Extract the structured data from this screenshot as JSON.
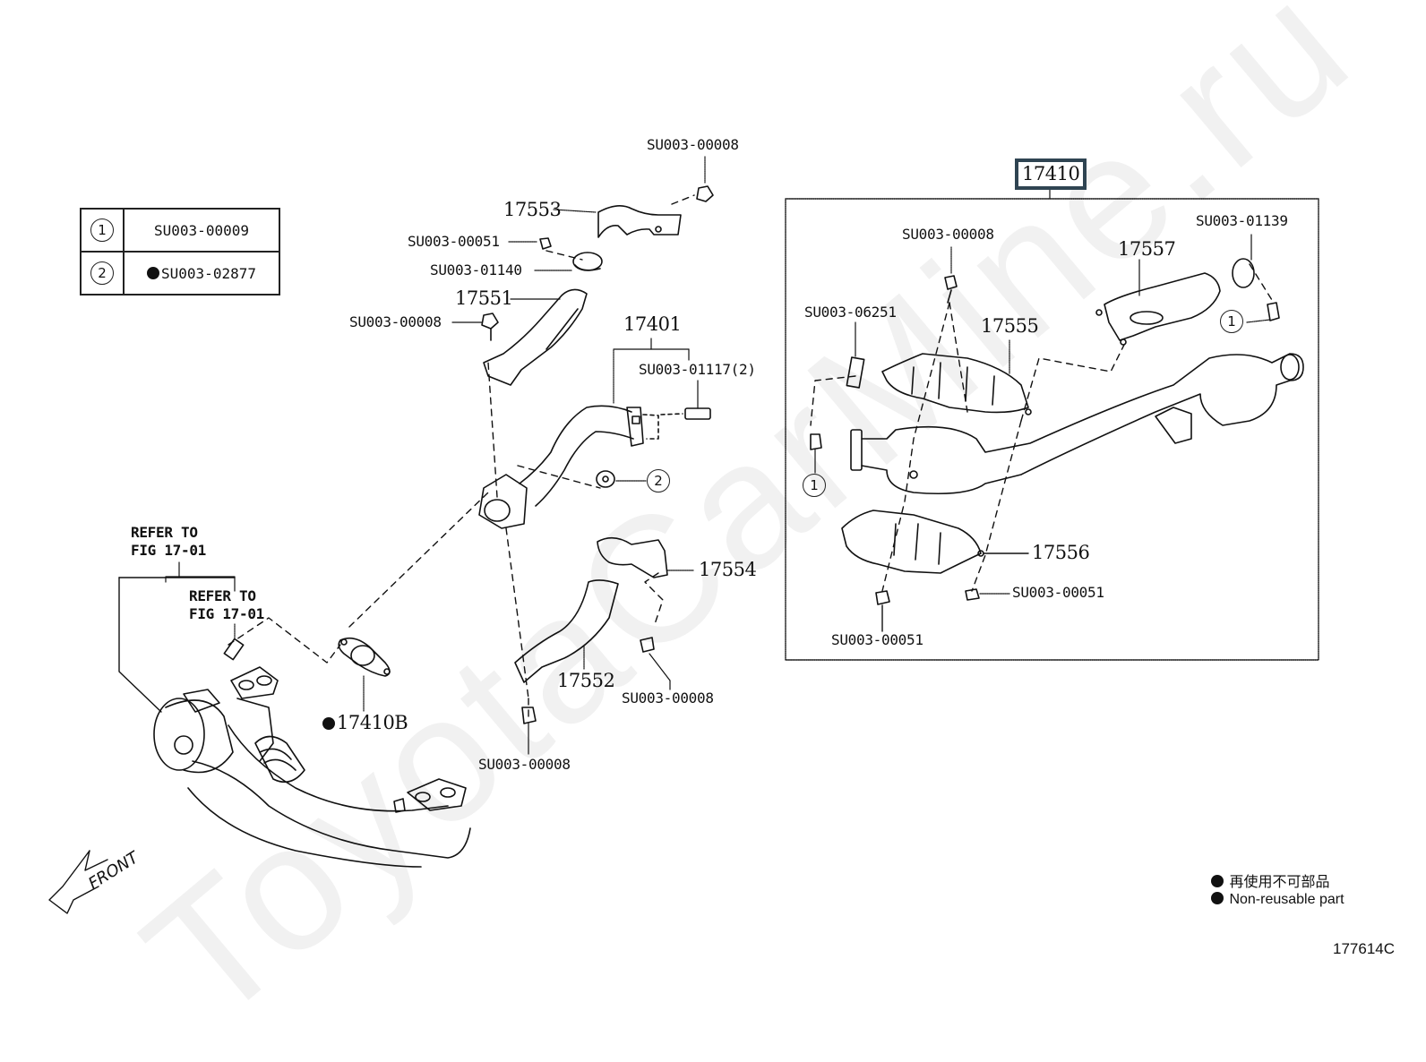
{
  "watermark": "ToyotaCarMine.ru",
  "figure_id": "177614C",
  "main_assembly_label": "17410",
  "legend_table": [
    {
      "index": "1",
      "part": "SU003-00009",
      "non_reusable": false
    },
    {
      "index": "2",
      "part": "SU003-02877",
      "non_reusable": true
    }
  ],
  "labels": {
    "p17553": "17553",
    "p17551": "17551",
    "p17401": "17401",
    "p17554": "17554",
    "p17552": "17552",
    "p17410b": "17410B",
    "p17557": "17557",
    "p17555": "17555",
    "p17556": "17556",
    "bolt_top": "SU003-00008",
    "nut_00051_left": "SU003-00051",
    "clamp_01140": "SU003-01140",
    "bolt_17551": "SU003-00008",
    "stud_01117": "SU003-01117(2)",
    "bolt_17554": "SU003-00008",
    "bolt_17552": "SU003-00008",
    "bolt_box": "SU003-00008",
    "clamp_01139": "SU003-01139",
    "bracket_06251": "SU003-06251",
    "nut_00051_right": "SU003-00051",
    "nut_00051_bottom": "SU003-00051",
    "ref_outer_1": "REFER TO",
    "ref_outer_2": "FIG 17-01",
    "ref_inner_1": "REFER TO",
    "ref_inner_2": "FIG 17-01",
    "callout_1": "1",
    "callout_2": "2",
    "callout_1b": "1",
    "callout_1c": "1"
  },
  "front_label": "FRONT",
  "legend_notes": {
    "jp": "再使用不可部品",
    "en": "Non-reusable part"
  }
}
